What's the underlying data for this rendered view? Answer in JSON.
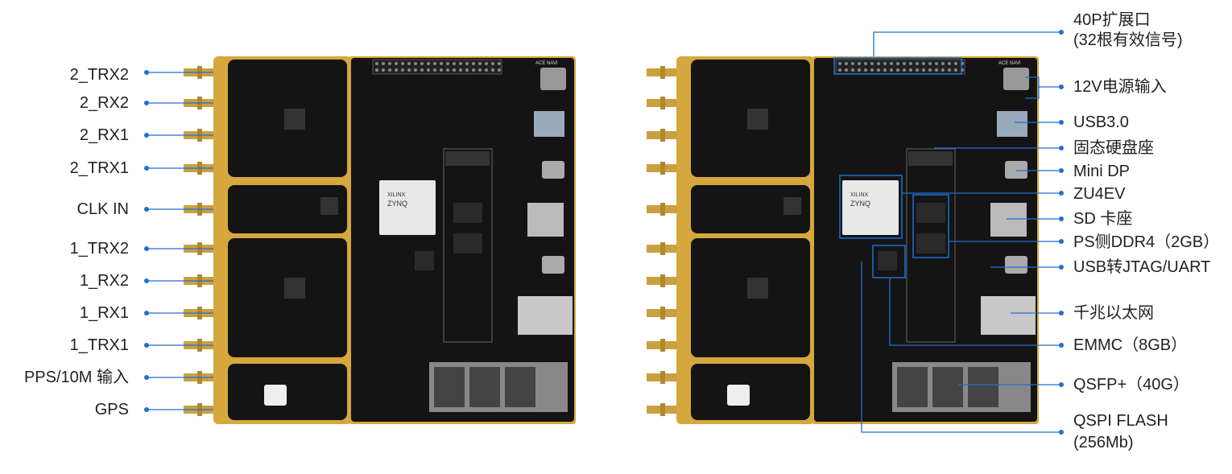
{
  "left_labels": [
    "2_TRX2",
    "2_RX2",
    "2_RX1",
    "2_TRX1",
    "CLK IN",
    "1_TRX2",
    "1_RX2",
    "1_RX1",
    "1_TRX1",
    "PPS/10M 输入",
    "GPS"
  ],
  "right_labels": {
    "expansion_line1": "40P扩展口",
    "expansion_line2": "(32根有效信号)",
    "power": "12V电源输入",
    "usb3": "USB3.0",
    "ssd": "固态硬盘座",
    "minidp": "Mini DP",
    "fpga": "ZU4EV",
    "sd": "SD 卡座",
    "ddr": "PS侧DDR4（2GB）",
    "jtag": "USB转JTAG/UART",
    "ethernet": "千兆以太网",
    "emmc": "EMMC（8GB）",
    "qsfp": "QSFP+（40G）",
    "qspi_line1": "QSPI FLASH",
    "qspi_line2": "(256Mb)"
  },
  "chip_text": {
    "brand": "XILINX",
    "family": "ZYNQ",
    "board": "ACE NAVI"
  },
  "colors": {
    "leader": "#1f6fd0",
    "pcb": "#141414",
    "gold": "#d6a73c"
  }
}
